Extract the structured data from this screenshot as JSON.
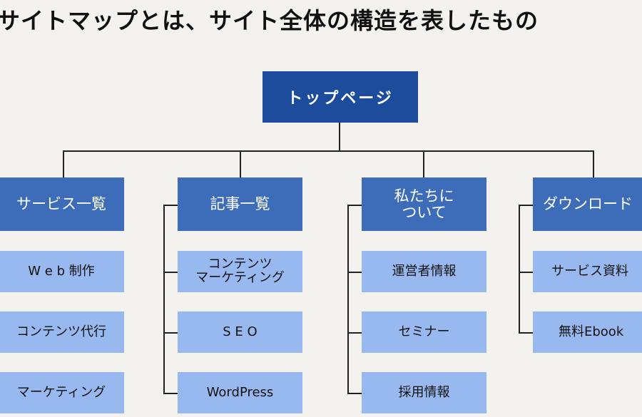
{
  "title": "サイトマップとは、サイト全体の構造を表したもの",
  "root": {
    "label": "トップページ"
  },
  "categories": [
    {
      "label": "サービス一覧",
      "items": [
        "W e b 制作",
        "コンテンツ代行",
        "マーケティング"
      ]
    },
    {
      "label": "記事一覧",
      "items": [
        "コンテンツ\nマーケティング",
        "S E O",
        "WordPress"
      ]
    },
    {
      "label": "私たちに\nついて",
      "items": [
        "運営者情報",
        "セミナー",
        "採用情報"
      ]
    },
    {
      "label": "ダウンロード",
      "items": [
        "サービス資料",
        "無料Ebook"
      ]
    }
  ],
  "colors": {
    "background": "#f3f2ee",
    "root_box": "#1d4c9c",
    "category_box": "#3d6db9",
    "item_box": "#98b9ef",
    "connector": "#222222"
  }
}
